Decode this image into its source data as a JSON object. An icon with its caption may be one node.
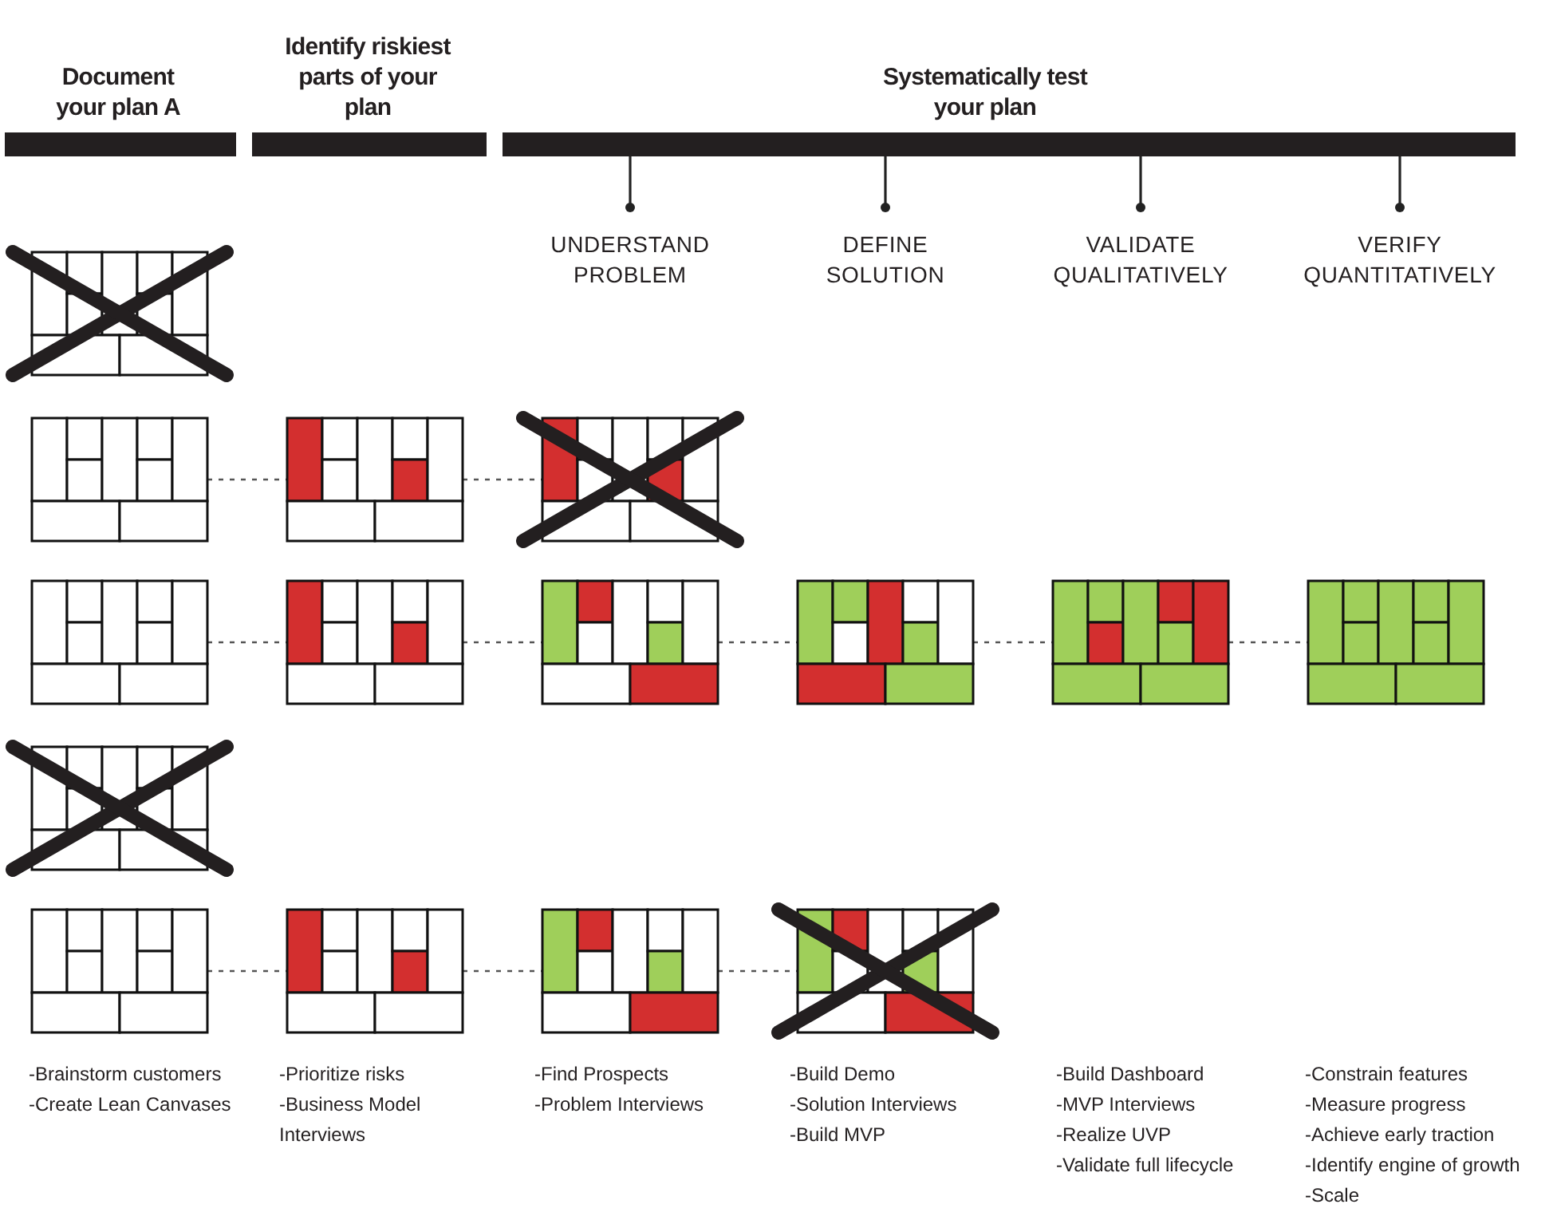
{
  "diagram": {
    "nodes": [
      {
        "text": [
          "Document your plan A"
        ]
      },
      {
        "text": [
          "Identify riskiest parts of your plan"
        ]
      },
      {
        "text": [
          "Systematically test your plan"
        ]
      },
      {
        "text": [
          "UNDERSTAND PROBLEM"
        ]
      },
      {
        "text": [
          "DEFINE SOLUTION"
        ]
      },
      {
        "text": [
          "VALIDATE QUALITATIVELY"
        ]
      },
      {
        "text": [
          "VERIFY QUANTITATIVELY"
        ]
      },
      {
        "text": [],
        "shape": "box"
      },
      {
        "text": [],
        "shape": "box"
      },
      {
        "text": [],
        "shape": "box"
      },
      {
        "text": [],
        "shape": "box"
      },
      {
        "text": [],
        "shape": "box"
      },
      {
        "text": [],
        "shape": "box"
      },
      {
        "text": [],
        "shape": "box"
      },
      {
        "text": [],
        "shape": "box"
      },
      {
        "text": [],
        "shape": "box"
      },
      {
        "text": [],
        "shape": "box"
      },
      {
        "text": [],
        "shape": "box"
      },
      {
        "text": [],
        "shape": "box"
      },
      {
        "text": [],
        "shape": "box"
      },
      {
        "text": [],
        "shape": "box"
      },
      {
        "text": [],
        "shape": "box"
      }
    ],
    "edges": [
      {
        "from": 2,
        "to": 3,
        "arrow": "other"
      },
      {
        "from": 2,
        "to": 4,
        "arrow": "other"
      },
      {
        "from": 2,
        "to": 5,
        "arrow": "other"
      },
      {
        "from": 2,
        "to": 6,
        "arrow": "other"
      },
      {
        "from": 8,
        "to": 9,
        "arrow": "none",
        "style": "dashed"
      },
      {
        "from": 9,
        "to": 10,
        "arrow": "none",
        "style": "dashed"
      },
      {
        "from": 11,
        "to": 12,
        "arrow": "none",
        "style": "dashed"
      },
      {
        "from": 12,
        "to": 13,
        "arrow": "none",
        "style": "dashed"
      },
      {
        "from": 13,
        "to": 14,
        "arrow": "none",
        "style": "dashed"
      },
      {
        "from": 14,
        "to": 15,
        "arrow": "none",
        "style": "dashed"
      },
      {
        "from": 15,
        "to": 16,
        "arrow": "none",
        "style": "dashed"
      },
      {
        "from": 18,
        "to": 19,
        "arrow": "none",
        "style": "dashed"
      },
      {
        "from": 19,
        "to": 20,
        "arrow": "none",
        "style": "dashed"
      },
      {
        "from": 20,
        "to": 21,
        "arrow": "none",
        "style": "dashed"
      }
    ],
    "labels": [
      "-Brainstorm customers",
      "-Create Lean Canvases",
      "-Prioritize risks",
      "-Business Model Interviews",
      "-Find Prospects",
      "-Problem Interviews",
      "-Build Demo",
      "-Solution Interviews",
      "-Build MVP",
      "-Build Dashboard",
      "-MVP Interviews",
      "-Realize UVP",
      "-Validate full lifecycle",
      "-Constrain features",
      "-Measure progress",
      "-Achieve early traction",
      "-Identify engine of growth",
      "-Scale"
    ]
  }
}
